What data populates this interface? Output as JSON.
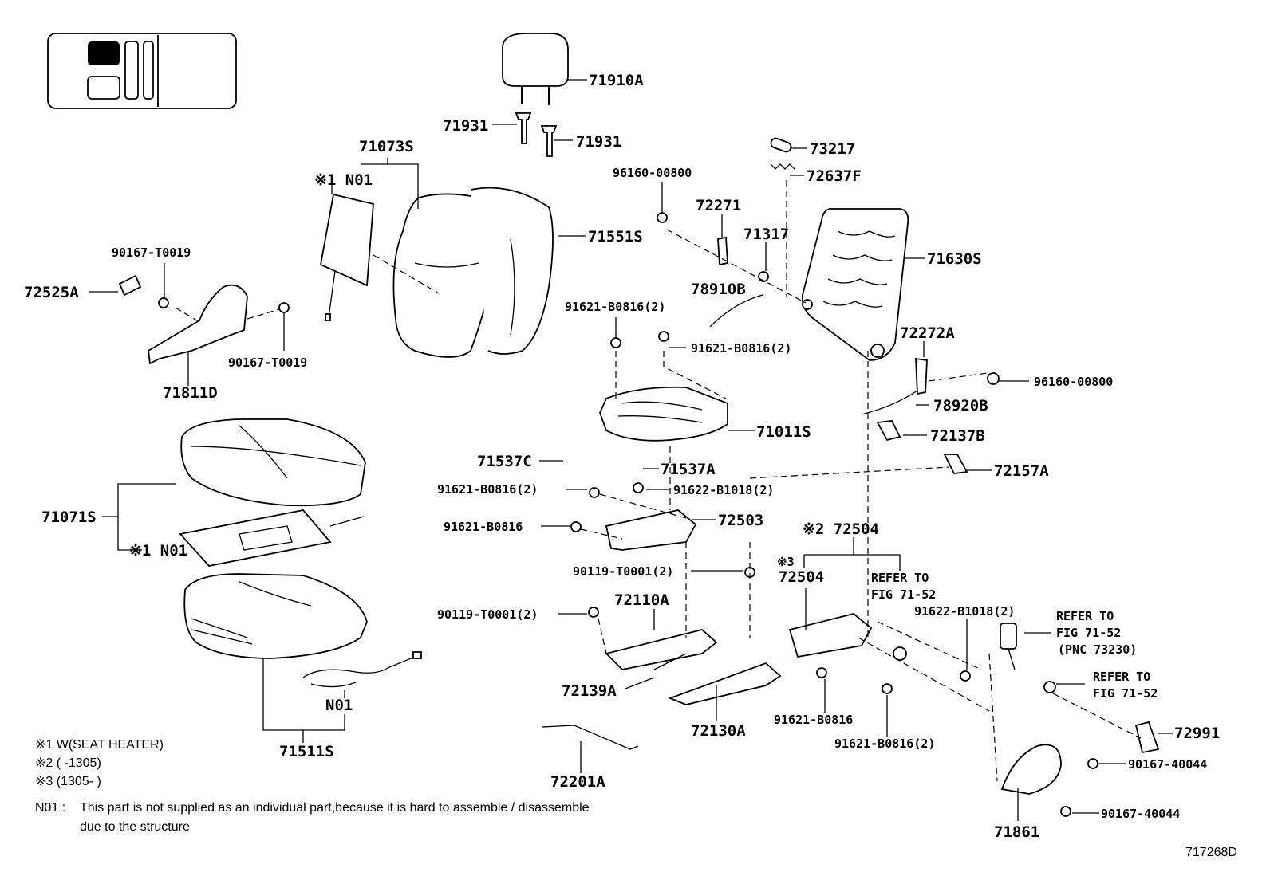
{
  "parts": {
    "p71910A": "71910A",
    "p71931a": "71931",
    "p71931b": "71931",
    "p71073S": "71073S",
    "pN01a": "※1 N01",
    "p71551S": "71551S",
    "p73217": "73217",
    "p72637F": "72637F",
    "p96160a": "96160-00800",
    "p72271": "72271",
    "p71317": "71317",
    "p71630S": "71630S",
    "p90167a": "90167-T0019",
    "p72525A": "72525A",
    "p90167b": "90167-T0019",
    "p71811D": "71811D",
    "p78910B": "78910B",
    "p91621a": "91621-B0816(2)",
    "p91621b": "91621-B0816(2)",
    "p72272A": "72272A",
    "p96160b": "96160-00800",
    "p78920B": "78920B",
    "p71011S": "71011S",
    "p72137B": "72137B",
    "p71537C": "71537C",
    "p71537A": "71537A",
    "p72157A": "72157A",
    "p91621c": "91621-B0816(2)",
    "p91622a": "91622-B1018(2)",
    "p71071S": "71071S",
    "pN01b": "※1 N01",
    "p91621d": "91621-B0816",
    "p72503": "72503",
    "p72504a": "※2 72504",
    "p90119a": "90119-T0001(2)",
    "p72504b": "72504",
    "p72504b_mark": "※3",
    "pRefer1a": "REFER TO",
    "pRefer1b": "FIG 71-52",
    "p91622b": "91622-B1018(2)",
    "p72110A": "72110A",
    "p90119b": "90119-T0001(2)",
    "pRefer2a": "REFER TO",
    "pRefer2b": "FIG 71-52",
    "pRefer2c": "(PNC 73230)",
    "pRefer3a": "REFER TO",
    "pRefer3b": "FIG 71-52",
    "p72139A": "72139A",
    "pN01c": "N01",
    "p72130A": "72130A",
    "p91621e": "91621-B0816",
    "p91621f": "91621-B0816(2)",
    "p72991": "72991",
    "p71511S": "71511S",
    "p72201A": "72201A",
    "p90167c": "90167-40044",
    "p90167d": "90167-40044",
    "p71861": "71861"
  },
  "notes": {
    "n1": "※1 W(SEAT HEATER)",
    "n2": "※2 (      -1305)",
    "n3": "※3 (1305-      )",
    "n4_code": "N01 :",
    "n4_line1": "This part is not supplied as an individual part,because it is hard to assemble / disassemble",
    "n4_line2": "due to the structure"
  },
  "figure_id": "717268D"
}
